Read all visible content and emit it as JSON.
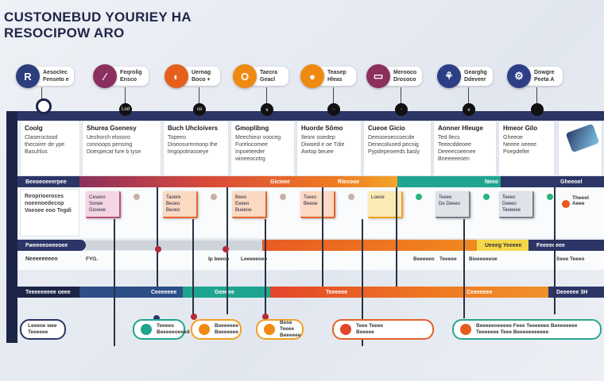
{
  "title": {
    "line1": "CUSTONEBUD YOURIEY HA",
    "line2": "RESOCIPOW ARO"
  },
  "touchpoints": [
    {
      "label": "Aesoclec\nFenseto e",
      "color": "#2c3d7c",
      "glyph": "R"
    },
    {
      "label": "Feqrolig\nEnsco",
      "color": "#8b2f5e",
      "glyph": "∕"
    },
    {
      "label": "Uernag\nBoco +",
      "color": "#e6601c",
      "glyph": "◐"
    },
    {
      "label": "Taecra\nGeacl",
      "color": "#ee8a12",
      "glyph": "O"
    },
    {
      "label": "Teasep\nHleas",
      "color": "#ee8a12",
      "glyph": "●"
    },
    {
      "label": "Merooco\nDrosoco",
      "color": "#8b2f5e",
      "glyph": "▭"
    },
    {
      "label": "Gearghg\nDdeveer",
      "color": "#2c3f86",
      "glyph": "⚘"
    },
    {
      "label": "Dowgre\nPeeta A",
      "color": "#2c3f86",
      "glyph": "⚙"
    }
  ],
  "pins": [
    "",
    "Lod",
    "co",
    "∨",
    "∙∙",
    "∙∙",
    "∨",
    ""
  ],
  "stages": [
    {
      "title": "Coolg",
      "text": "Claseroctood\nthecoirer de ype\nBasuhlus"
    },
    {
      "title": "Shurea Gsenesy",
      "text": "Ueshorch elosoro\nconnoops pensmg\nDoespecat fure b tyse"
    },
    {
      "title": "Buch Uhcloivers",
      "text": "Topeeo\nDiseosurmmoop the\nlmgopotnasoeye"
    },
    {
      "title": "Gmoplibng",
      "text": "Meechieur vooceg\nFurelocomee\nInpoeteeder\nwineeocotrg"
    },
    {
      "title": "Huorde Sõmo",
      "text": "Ileonr ooedep\nDiwoed ir oe Tdie\nAwtop beuee"
    },
    {
      "title": "Cueoe Gicio",
      "text": "Deeooeoeccoecde\nDenecoluoed pecnig\nPypdepeoeeds basly"
    },
    {
      "title": "Aonner Hleuge",
      "text": "Ted Ilecs\nTeeecddeoee\nDeeeecoeenee\nBneeeeeoen"
    },
    {
      "title": "Hmeor Gilo",
      "text": "Gheeoe\nNeeee oeeee\nPoepdeller"
    }
  ],
  "lane1": {
    "label": "Beeoeoeeerpee",
    "segments": [
      "Gicieee",
      "Rlecooe",
      "Neeo",
      "Gheeoel"
    ],
    "row_text": "Reoprioeroces\nnoeenoedecop\nVoeoee eoo Tegdi",
    "notes": [
      "Ceseoo\nSonee\nGoseee",
      "Taoere\nBeoeo\nBeoeo",
      "Beeo\nEeeeo\nBueeoe",
      "Tseeo\nBeeoe",
      "Loeoe",
      "Teeee\nDe Deeeo",
      "Teeeo\nDeeeo\nTeeeeee"
    ],
    "side": "Theeol\nAeee"
  },
  "lane2": {
    "label": "Fweeeeoeeeoee",
    "segments": [
      "Ueeeg Yeeeee",
      "Feeeeoeee"
    ],
    "row_text": "Neeeeeeeeo",
    "items": [
      "FYG.",
      "Ip beeoe",
      "Leeeeeoee",
      "Beeeeeo",
      "Teeeee",
      "Bieeeeeeoe",
      "Seee Teeeo"
    ]
  },
  "lane3": {
    "label": "Teeeeeeeee oeee",
    "segments": [
      "Ceeeeeee",
      "Geeeee",
      "Teeeeee",
      "Ceeeeeee",
      "Deeeeee 3H"
    ],
    "pills": [
      "Leeeoe wee\nTeeeeee",
      "Teeeeo\nBeeeeeoeeed",
      "Beeeeeee\nBeeeeeee",
      "Bese Teeee\nBeeeeee",
      "Teee Teeee\nBeeeee",
      "Beeeeeoeeeee Feee Teeeeeee Beeeeeeee\nTeeeeeee Teee Beeeeeeeeeee"
    ]
  }
}
